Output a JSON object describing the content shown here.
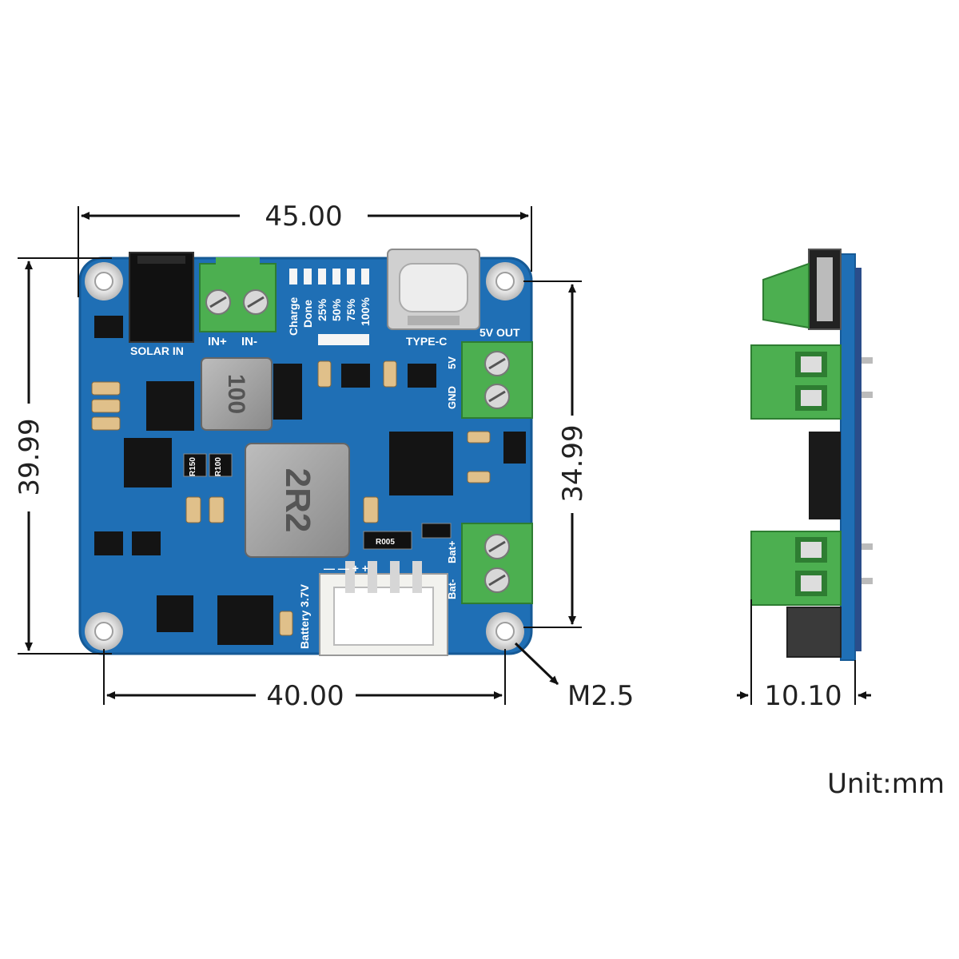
{
  "dimensions": {
    "width_top": "45.00",
    "height_left": "39.99",
    "height_right": "34.99",
    "hole_spacing_bottom": "40.00",
    "screw": "M2.5",
    "side_thickness": "10.10",
    "unit": "Unit:mm"
  },
  "silkscreen": {
    "solar_in": "SOLAR IN",
    "in_plus": "IN+",
    "in_minus": "IN-",
    "charge": "Charge",
    "done": "Done",
    "pct_25": "25%",
    "pct_50": "50%",
    "pct_75": "75%",
    "pct_100": "100%",
    "type_c": "TYPE-C",
    "five_v_out": "5V OUT",
    "five_v": "5V",
    "gnd": "GND",
    "bat_minus": "Bat-",
    "bat_plus": "Bat+",
    "battery": "Battery 3.7V",
    "inductor_small": "100",
    "inductor_large": "2R2",
    "r150": "R150",
    "r100": "R100",
    "r005": "R005",
    "plus_minus": "— —  + +"
  },
  "colors": {
    "pcb": "#1f6fb5",
    "pcb_edge": "#165a96",
    "terminal": "#4caf50",
    "chip": "#141414",
    "metal": "#c8c8c8"
  }
}
